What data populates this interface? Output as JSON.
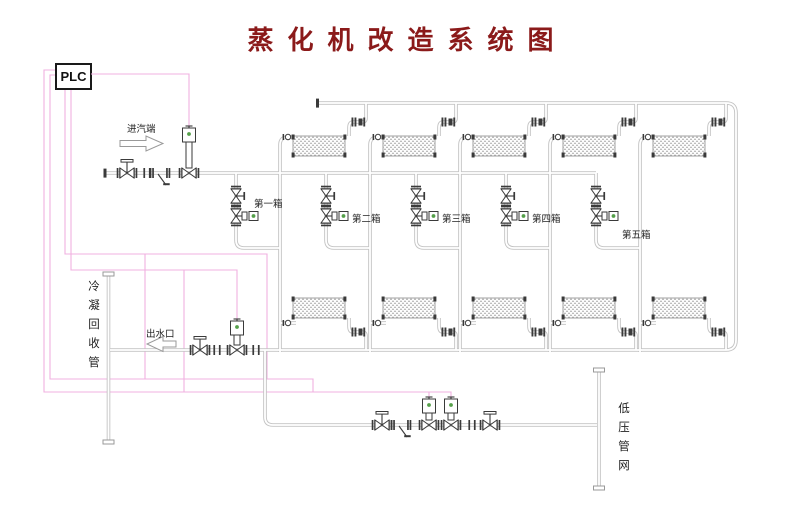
{
  "title": "蒸化机改造系统图",
  "plc_label": "PLC",
  "labels": {
    "steam_inlet": "进汽端",
    "water_outlet": "出水口",
    "condensate_pipe": "冷凝回收管",
    "low_pressure_network": "低压管网"
  },
  "boxes": [
    {
      "label": "第一箱"
    },
    {
      "label": "第二箱"
    },
    {
      "label": "第三箱"
    },
    {
      "label": "第四箱"
    },
    {
      "label": "第五箱"
    }
  ],
  "colors": {
    "title": "#8B1A1A",
    "text": "#222222",
    "pipe": "#c3c3c3",
    "pipe_core": "#ffffff",
    "valve": "#3a3a3a",
    "control_line": "#f0b0e0",
    "indicator": "#55a04a",
    "hatch": "#9a9a9a",
    "arrow": "#999999"
  }
}
